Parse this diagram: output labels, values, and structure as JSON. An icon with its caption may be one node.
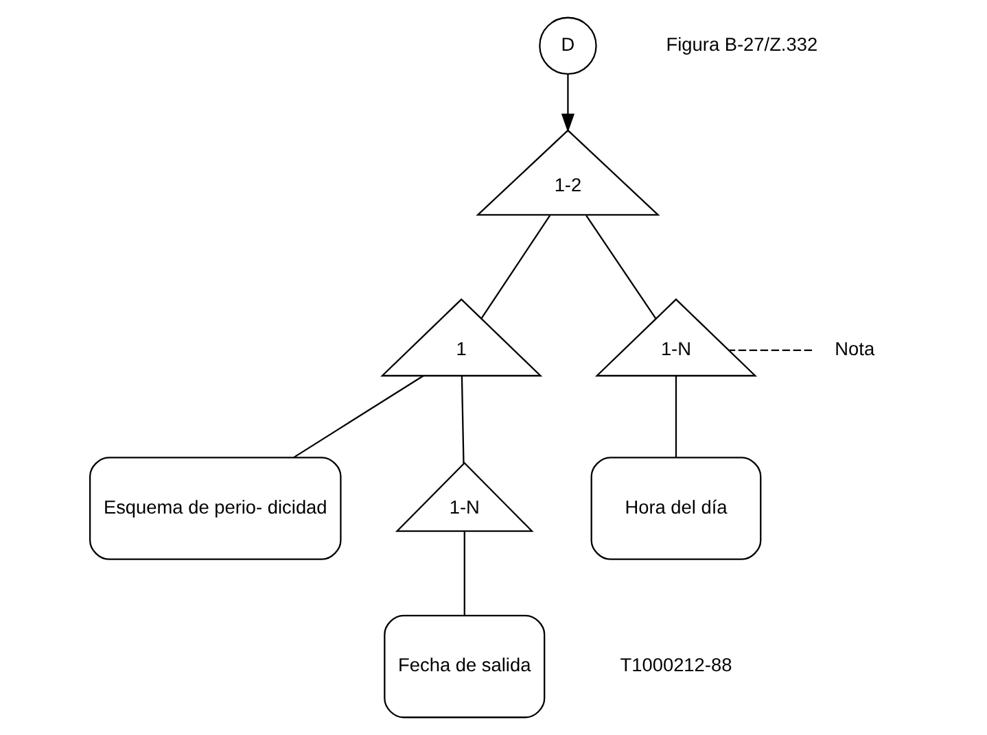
{
  "diagram": {
    "nodes": [
      {
        "text": [
          "D"
        ]
      },
      {
        "text": [
          "1-2"
        ]
      },
      {
        "text": [
          "1"
        ]
      },
      {
        "text": [
          "1-N"
        ]
      },
      {
        "text": [
          "Esquema de perio- dicidad"
        ]
      },
      {
        "text": [
          "1-N"
        ]
      },
      {
        "text": [
          "Fecha de salida"
        ]
      },
      {
        "text": [
          "Hora del día"
        ]
      },
      {
        "text": [
          "Nota"
        ]
      }
    ],
    "edges": [
      {
        "from": 0,
        "to": 1,
        "arrow": "to"
      },
      {
        "from": 1,
        "to": 2,
        "arrow": "none"
      },
      {
        "from": 1,
        "to": 3,
        "arrow": "none"
      },
      {
        "from": 2,
        "to": 4,
        "arrow": "none"
      },
      {
        "from": 2,
        "to": 5,
        "arrow": "none"
      },
      {
        "from": 5,
        "to": 6,
        "arrow": "none"
      },
      {
        "from": 3,
        "to": 7,
        "arrow": "none"
      },
      {
        "from": 8,
        "to": 3,
        "arrow": "none",
        "style": "dashed"
      }
    ],
    "labels": [
      "Figura B-27/Z.332",
      "T1000212-88"
    ]
  }
}
